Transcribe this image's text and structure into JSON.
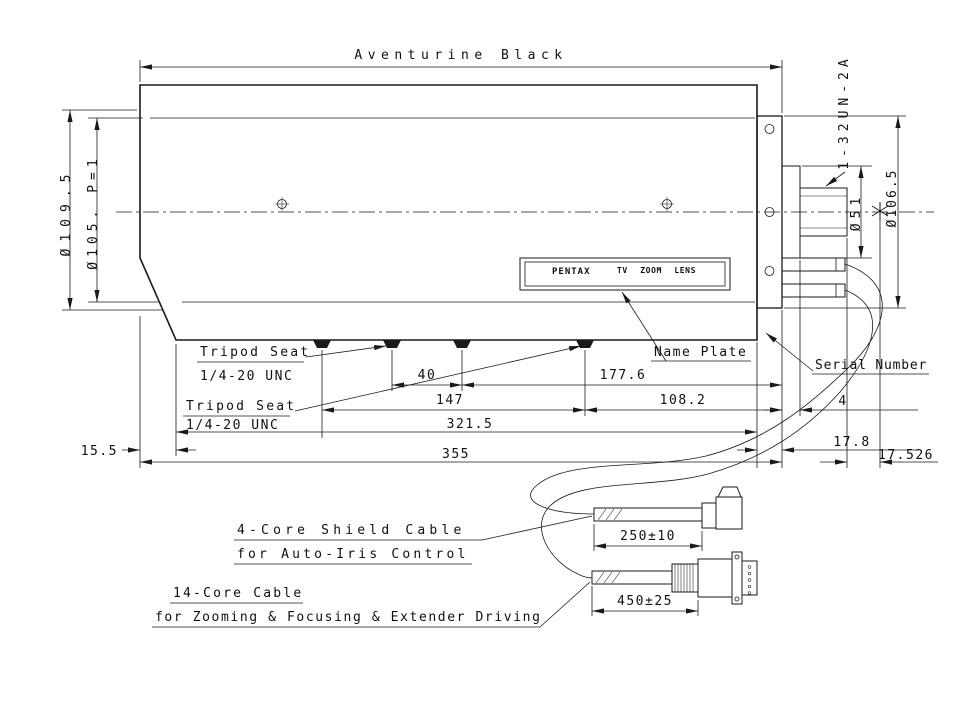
{
  "finish": "Aventurine Black",
  "diameters": {
    "outer": "Ø109.5",
    "barrel": "Ø105. P=1",
    "flange": "Ø106.5",
    "mount": "Ø51"
  },
  "thread_spec": "1-32UN-2A",
  "tripod": {
    "seat": "Tripod Seat",
    "thread": "1/4-20 UNC"
  },
  "nameplate": {
    "label": "Name Plate",
    "brand": "PENTAX",
    "product": "TV ZOOM LENS"
  },
  "serial": {
    "label": "Serial Number"
  },
  "dims": {
    "d40": "40",
    "d177_6": "177.6",
    "d147": "147",
    "d108_2": "108.2",
    "d321_5": "321.5",
    "d4": "4",
    "d15_5": "15.5",
    "d17_8": "17.8",
    "d355": "355",
    "d17_526": "17.526"
  },
  "cable_iris": {
    "name": "4-Core Shield Cable",
    "purpose": "for Auto-Iris Control",
    "length": "250±10"
  },
  "cable_zoom": {
    "name": "14-Core Cable",
    "purpose": "for Zooming & Focusing & Extender Driving",
    "length": "450±25"
  }
}
